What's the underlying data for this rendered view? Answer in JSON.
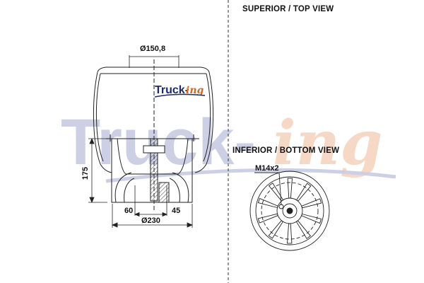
{
  "views": {
    "top_view_title": "SUPERIOR / TOP VIEW",
    "bottom_view_title": "INFERIOR / BOTTOM VIEW"
  },
  "dimensions": {
    "top_diameter": "Ø150,8",
    "height": "175",
    "base_diameter": "Ø230",
    "left_offset": "60",
    "right_offset": "45",
    "thread": "M14x2"
  },
  "brand": {
    "watermark_main": "Truck-",
    "watermark_accent": "ing",
    "logo_main": "Truck-",
    "logo_accent": "ing",
    "primary_color": "#1d2a6e",
    "accent_color": "#d2691e"
  }
}
